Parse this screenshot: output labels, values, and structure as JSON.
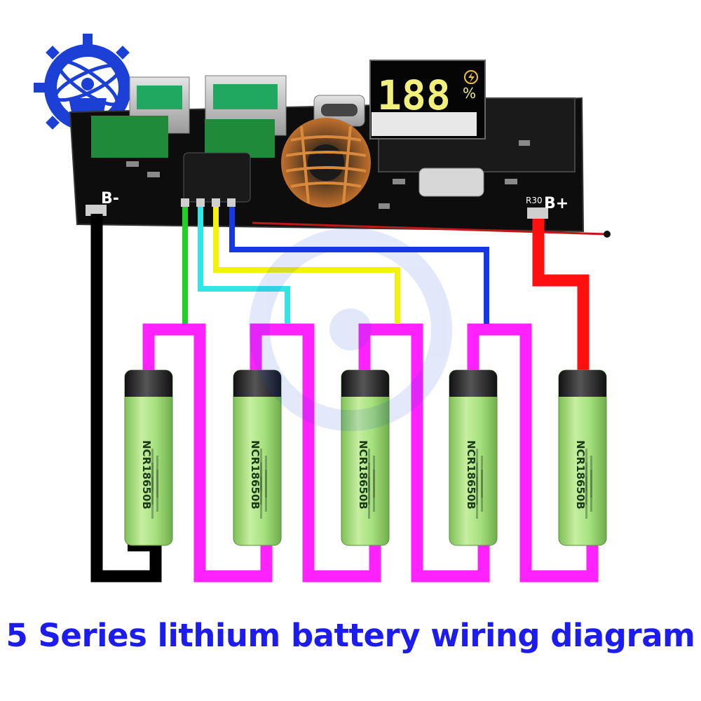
{
  "board": {
    "display_digits": "188",
    "display_percent": "%",
    "label_b_minus": "B-",
    "label_b_plus": "B+",
    "label_r30": "R30"
  },
  "battery": {
    "model": "NCR18650B",
    "count": 5
  },
  "colors": {
    "black_wire": "#000000",
    "magenta_link": "#ff22ff",
    "green_wire": "#22d022",
    "cyan_wire": "#33e6e6",
    "yellow_wire": "#f3f30a",
    "blue_wire": "#1438e6",
    "red_wire": "#ff1010",
    "cell_body": "#a6e07f",
    "caption": "#1c1cf0"
  },
  "caption": "5 Series lithium battery wiring diagram"
}
